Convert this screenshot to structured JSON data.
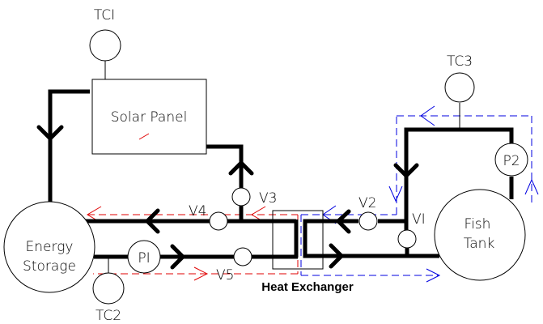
{
  "diagram": {
    "components": {
      "solar_panel": "Solar Panel",
      "energy_storage_line1": "Energy",
      "energy_storage_line2": "Storage",
      "fish_tank_line1": "Fish",
      "fish_tank_line2": "Tank",
      "heat_exchanger": "Heat Exchanger"
    },
    "sensors": {
      "tc1": "TCI",
      "tc2": "TC2",
      "tc3": "TC3"
    },
    "pumps": {
      "p1": "PI",
      "p2": "P2"
    },
    "valves": {
      "v1": "VI",
      "v2": "V2",
      "v3": "V3",
      "v4": "V4",
      "v5": "V5"
    },
    "colors": {
      "pipe": "#000000",
      "hot_loop_flow": "#e00000",
      "fish_loop_flow": "#0000e0"
    }
  }
}
